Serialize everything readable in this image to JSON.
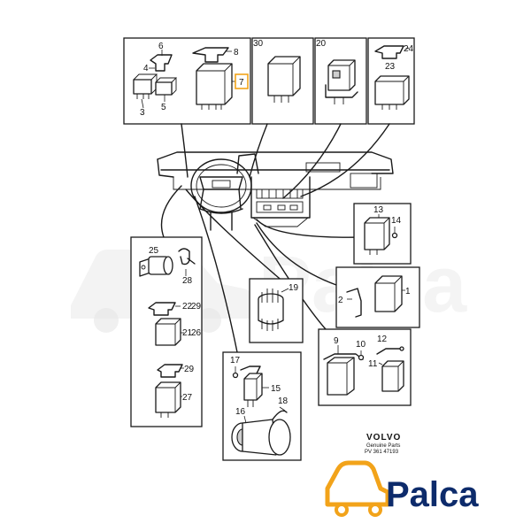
{
  "brand": {
    "name": "VOLVO",
    "sub": "Genuine Parts",
    "code": "PV 361 47193"
  },
  "logo": {
    "text": "Palca",
    "colors": {
      "car": "#f2a31a",
      "text": "#0d2b6b"
    }
  },
  "highlight_color": "#f2a31a",
  "callouts": {
    "c1": "1",
    "c2": "2",
    "c3": "3",
    "c4": "4",
    "c5": "5",
    "c6": "6",
    "c7": "7",
    "c8": "8",
    "c9": "9",
    "c10": "10",
    "c11": "11",
    "c12": "12",
    "c13": "13",
    "c14": "14",
    "c15": "15",
    "c16": "16",
    "c17": "17",
    "c18": "18",
    "c19": "19",
    "c20": "20",
    "c21": "21",
    "c22": "22",
    "c23": "23",
    "c24": "24",
    "c25": "25",
    "c26": "26",
    "c27": "27",
    "c28": "28",
    "c29a": "29",
    "c29b": "29",
    "c30": "30"
  }
}
